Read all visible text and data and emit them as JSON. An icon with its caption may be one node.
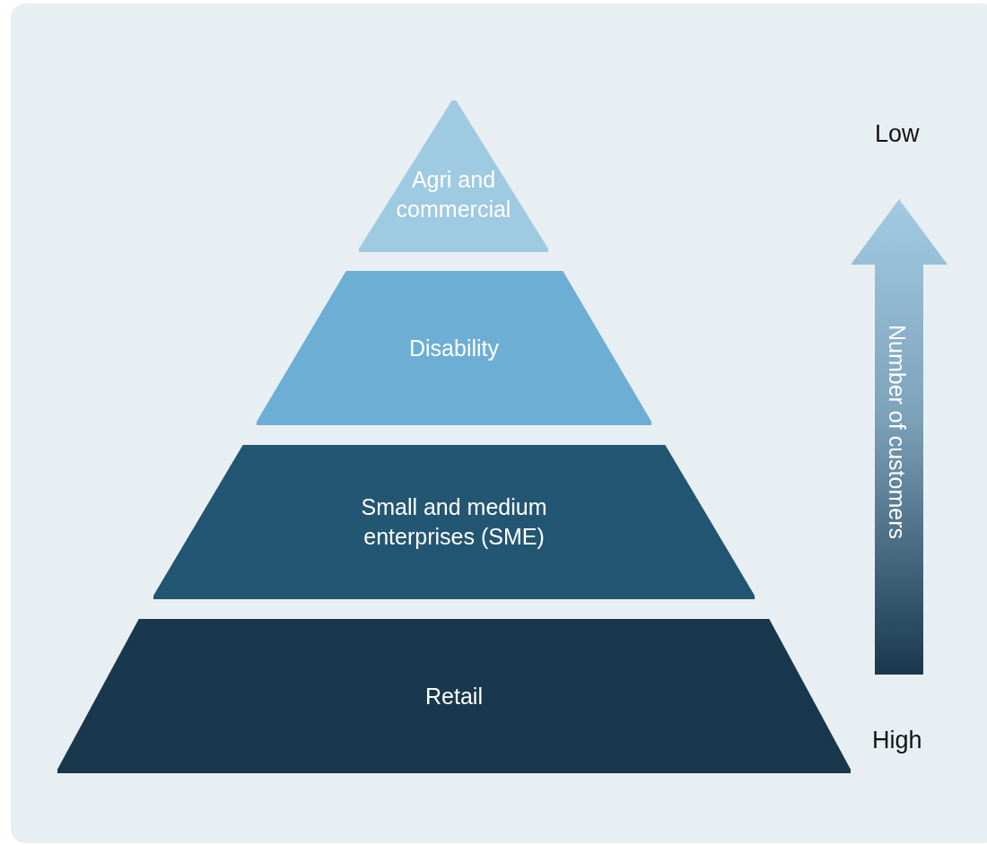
{
  "diagram": {
    "nodes": [
      {
        "text": [
          "Agri and commercial"
        ]
      },
      {
        "text": [
          "Disability"
        ]
      },
      {
        "text": [
          "Small and medium enterprises (SME)"
        ]
      },
      {
        "text": [
          "Retail"
        ]
      }
    ],
    "labels": [
      "Low",
      "Number of customers",
      "High"
    ]
  }
}
